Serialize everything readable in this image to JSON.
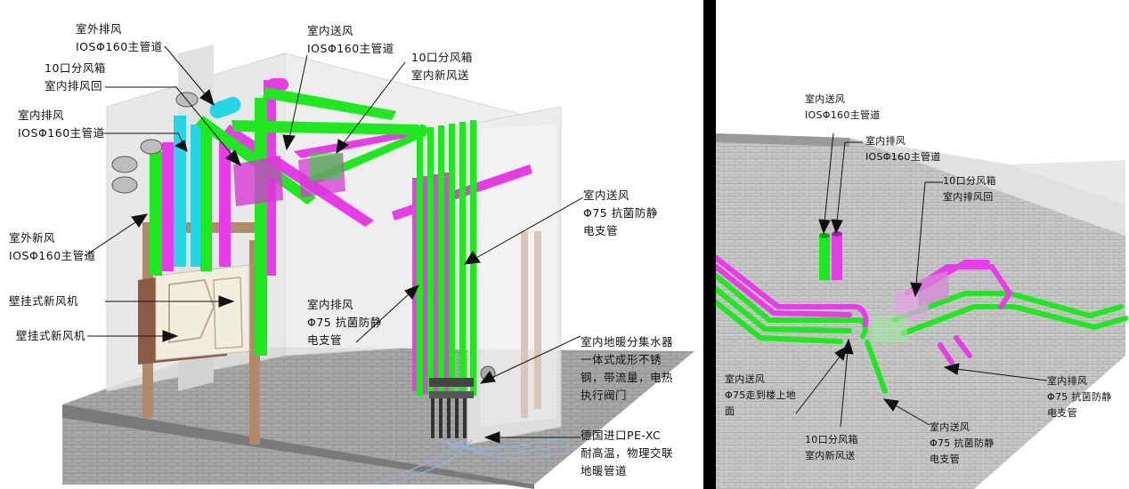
{
  "colors": {
    "green_pipe": "#1ee81e",
    "magenta_pipe": "#e83ce8",
    "cyan_pipe": "#27d6e6",
    "floor": "#9c9c9c",
    "wall": "#d9d9d9",
    "frame_wood": "#b08a6a",
    "divider": "#000000"
  },
  "left_labels": {
    "outdoor_exhaust": "室外排风\nIOSΦ160主管道",
    "box_return": "10口分风箱\n室内排风回",
    "indoor_exhaust": "室内排风\nIOSΦ160主管道",
    "indoor_supply_main": "室内送风\nIOSΦ160主管道",
    "box_fresh": "10口分风箱\n室内新风送",
    "indoor_supply_branch": "室内送风\nΦ75 抗菌防静\n电支管",
    "outdoor_fresh": "室外新风\nIOSΦ160主管道",
    "wall_unit_1": "壁挂式新风机",
    "wall_unit_2": "壁挂式新风机",
    "indoor_exhaust_branch": "室内排风\nΦ75 抗菌防静\n电支管",
    "manifold": "室内地暖分集水器\n一体式成形不锈\n钢，带流量，电热\n执行阀门",
    "floor_pipe": "德国进口PE-XC\n耐高温，物理交联\n地暖管道"
  },
  "right_labels": {
    "supply_main": "室内送风\nIOSΦ160主管道",
    "exhaust_main": "室内排风\nIOSΦ160主管道",
    "box_return": "10口分风箱\n室内排风回",
    "supply_upstairs": "室内送风\nΦ75走到楼上地\n面",
    "box_fresh": "10口分风箱\n室内新风送",
    "supply_branch": "室内送风\nΦ75 抗菌防静\n电支管",
    "exhaust_branch": "室内排风\nΦ75 抗菌防静\n电支管"
  }
}
